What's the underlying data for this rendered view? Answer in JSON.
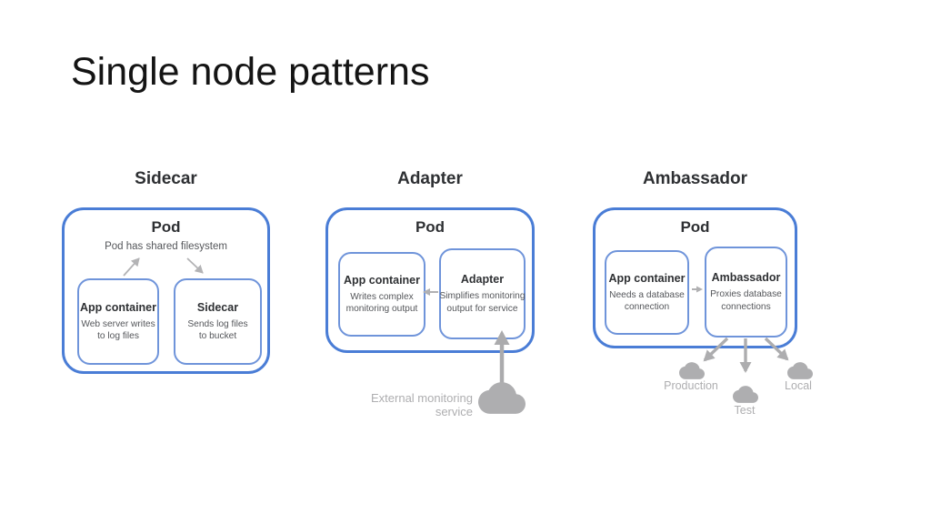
{
  "page": {
    "title": "Single node patterns"
  },
  "colors": {
    "pod_border": "#4a7dd6",
    "container_border": "#6f94da",
    "heading_text": "#2e3033",
    "body_text": "#54565a",
    "muted_gray": "#aeaeb0"
  },
  "patterns": [
    {
      "title": "Sidecar",
      "pod_label": "Pod",
      "pod_note": "Pod has shared filesystem",
      "containers": [
        {
          "title": "App container",
          "desc": "Web server writes\nto log files"
        },
        {
          "title": "Sidecar",
          "desc": "Sends log files\nto bucket"
        }
      ]
    },
    {
      "title": "Adapter",
      "pod_label": "Pod",
      "containers": [
        {
          "title": "App container",
          "desc": "Writes complex\nmonitoring output"
        },
        {
          "title": "Adapter",
          "desc": "Simplifies monitoring\noutput for service"
        }
      ],
      "external_service_label": "External monitoring service"
    },
    {
      "title": "Ambassador",
      "pod_label": "Pod",
      "containers": [
        {
          "title": "App container",
          "desc": "Needs a database\nconnection"
        },
        {
          "title": "Ambassador",
          "desc": "Proxies database\nconnections"
        }
      ],
      "environments": [
        {
          "label": "Production"
        },
        {
          "label": "Test"
        },
        {
          "label": "Local"
        }
      ]
    }
  ]
}
